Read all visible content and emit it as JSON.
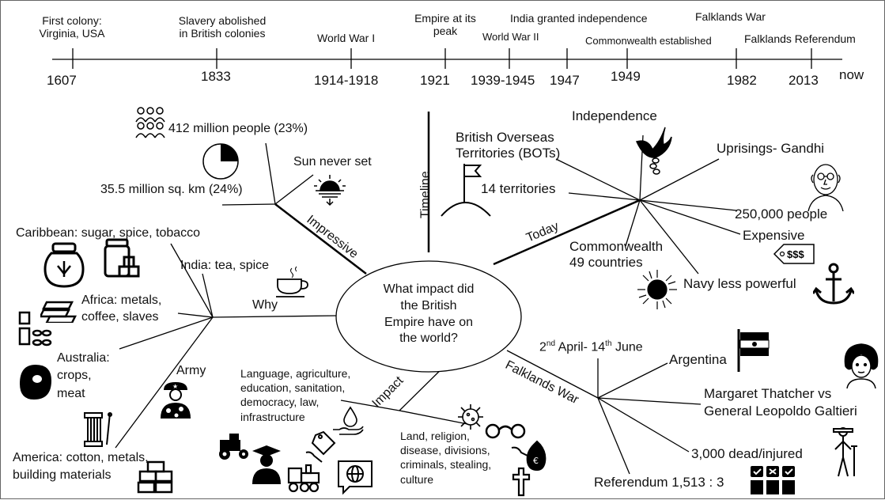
{
  "timeline": {
    "events": [
      {
        "label": "First colony:\nVirginia, USA",
        "date": "1607"
      },
      {
        "label": "Slavery abolished\nin British colonies",
        "date": "1833"
      },
      {
        "label": "World War I",
        "date": "1914-1918"
      },
      {
        "label": "Empire at its\npeak",
        "date": "1921"
      },
      {
        "label": "World War II",
        "date": "1939-1945"
      },
      {
        "label": "India granted independence",
        "date": "1947"
      },
      {
        "label": "Commonwealth established",
        "date": "1949"
      },
      {
        "label": "Falklands War",
        "date": "1982"
      },
      {
        "label": "Falklands Referendum",
        "date": "2013"
      }
    ],
    "end_label": "now"
  },
  "center": {
    "question": "What impact did\nthe British\nEmpire have on\nthe world?"
  },
  "branches": {
    "impressive": "Impressive",
    "timeline": "Timeline",
    "today": "Today",
    "why": "Why",
    "army": "Army",
    "impact": "Impact",
    "falklands": "Falklands War"
  },
  "impressive": {
    "people": "412 million people (23%)",
    "area": "35.5 million sq. km (24%)",
    "sun": "Sun never set"
  },
  "today": {
    "bots": "British Overseas\nTerritories (BOTs)",
    "independence": "Independence",
    "uprisings": "Uprisings- Gandhi",
    "territories": "14 territories",
    "people": "250,000 people",
    "expensive": "Expensive",
    "commonwealth": "Commonwealth\n49 countries",
    "navy": "Navy less powerful",
    "price_tag": "$$$"
  },
  "why": {
    "caribbean": "Caribbean: sugar, spice, tobacco",
    "india": "India: tea, spice",
    "africa": "Africa: metals,\ncoffee, slaves",
    "australia": "Australia:\ncrops,\nmeat",
    "america": "America: cotton, metals,\nbuilding materials"
  },
  "impact": {
    "positive": "Language, agriculture,\neducation, sanitation,\ndemocracy, law,\ninfrastructure",
    "negative": "Land, religion,\ndisease, divisions,\ncriminals, stealing,\nculture"
  },
  "falklands": {
    "dates_start": "2",
    "dates_start_sup": "nd",
    "dates_mid": " April- 14",
    "dates_end_sup": "th",
    "dates_end": " June",
    "argentina": "Argentina",
    "leaders": "Margaret Thatcher vs\nGeneral Leopoldo Galtieri",
    "casualties": "3,000 dead/injured",
    "referendum": "Referendum 1,513 : 3"
  }
}
